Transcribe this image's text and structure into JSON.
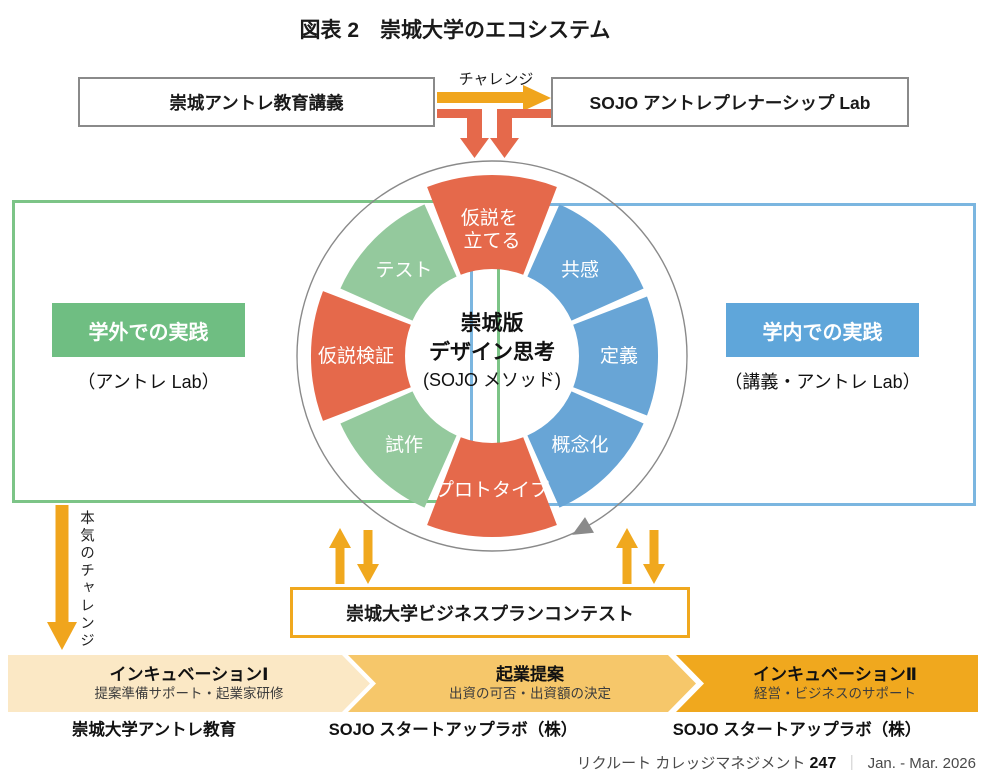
{
  "title": "図表 2　崇城大学のエコシステム",
  "top": {
    "left_box": "崇城アントレ教育講義",
    "right_box": "SOJO アントレプレナーシップ Lab",
    "challenge_label": "チャレンジ"
  },
  "wheel": {
    "center_line1": "崇城版",
    "center_line2": "デザイン思考",
    "center_line3": "(SOJO メソッド)",
    "rotation": "clockwise",
    "segments": [
      {
        "id": "hypothesis",
        "line1": "仮説を",
        "line2": "立てる",
        "color": "#E5694B"
      },
      {
        "id": "empathy",
        "label": "共感",
        "color": "#68A5D6"
      },
      {
        "id": "define",
        "label": "定義",
        "color": "#68A5D6"
      },
      {
        "id": "conceptualize",
        "label": "概念化",
        "color": "#68A5D6"
      },
      {
        "id": "prototype",
        "label": "プロトタイプ",
        "color": "#E5694B"
      },
      {
        "id": "trial-production",
        "label": "試作",
        "color": "#94C99D"
      },
      {
        "id": "hypothesis-testing",
        "label": "仮説検証",
        "color": "#E5694B"
      },
      {
        "id": "test",
        "label": "テスト",
        "color": "#94C99D"
      }
    ]
  },
  "practice": {
    "outside": {
      "label": "学外での実践",
      "caption": "（アントレ Lab）"
    },
    "inside": {
      "label": "学内での実践",
      "caption": "（講義・アントレ Lab）"
    }
  },
  "serious_challenge": "本気のチャレンジ",
  "contest": "崇城大学ビジネスプランコンテスト",
  "pipeline": [
    {
      "title": "インキュベーションⅠ",
      "subtitle": "提案準備サポート・起業家研修",
      "caption": "崇城大学アントレ教育",
      "color": "#FBE8C5"
    },
    {
      "title": "起業提案",
      "subtitle": "出資の可否・出資額の決定",
      "caption": "SOJO スタートアップラボ（株）",
      "color": "#F6C76A"
    },
    {
      "title": "インキュベーションⅡ",
      "subtitle": "経営・ビジネスのサポート",
      "caption": "SOJO スタートアップラボ（株）",
      "color": "#F0A81E"
    }
  ],
  "footer": {
    "magazine": "リクルート カレッジマネジメント",
    "issue": "247",
    "separator": "｜",
    "date": "Jan. - Mar. 2026"
  },
  "colors": {
    "amber_arrow": "#F0A51D",
    "red_arrow": "#E5694B",
    "green_border": "#7CC487",
    "blue_border": "#7BB6E0",
    "green_fill": "#6FBE82",
    "blue_fill": "#5FA6DA",
    "gray_border": "#8a8a8a",
    "contest_border": "#F0A81E"
  }
}
